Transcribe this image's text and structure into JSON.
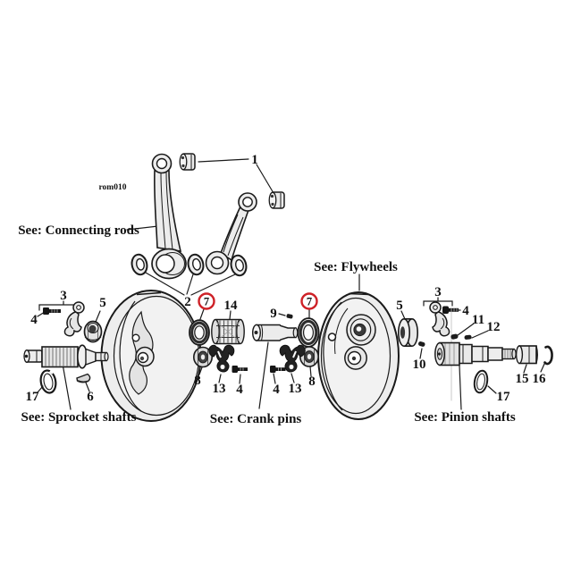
{
  "figure": {
    "watermark": "rom010",
    "highlight_color": "#ce2127",
    "sections": {
      "connecting_rods": "See: Connecting rods",
      "flywheels": "See: Flywheels",
      "sprocket_shafts": "See: Sprocket shafts",
      "crank_pins": "See: Crank pins",
      "pinion_shafts": "See: Pinion shafts"
    },
    "part_numbers": {
      "n1": "1",
      "n2": "2",
      "n3": "3",
      "n4": "4",
      "n5": "5",
      "n6": "6",
      "n7": "7",
      "n8": "8",
      "n9": "9",
      "n10": "10",
      "n11": "11",
      "n12": "12",
      "n13": "13",
      "n14": "14",
      "n15": "15",
      "n16": "16",
      "n17": "17"
    },
    "highlighted_numbers": [
      "7"
    ]
  }
}
